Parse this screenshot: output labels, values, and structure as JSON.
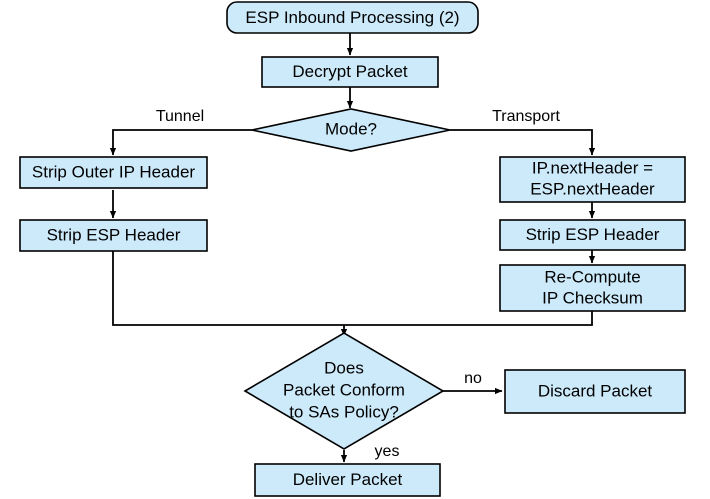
{
  "diagram": {
    "title": "ESP Inbound Processing (2)",
    "colors": {
      "node_fill": "#cdeafa",
      "node_stroke": "#000000",
      "connector": "#000000",
      "background": "#ffffff",
      "text": "#000000"
    },
    "nodes": {
      "title_terminator": {
        "label": "ESP Inbound Processing (2)",
        "shape": "rounded-rectangle"
      },
      "decrypt_packet": {
        "label": "Decrypt Packet",
        "shape": "rectangle"
      },
      "mode_decision": {
        "label": "Mode?",
        "shape": "diamond"
      },
      "strip_outer_ip_header": {
        "label": "Strip Outer IP Header",
        "shape": "rectangle"
      },
      "strip_esp_header_tunnel": {
        "label": "Strip ESP Header",
        "shape": "rectangle"
      },
      "ip_next_header": {
        "line1": "IP.nextHeader =",
        "line2": "ESP.nextHeader",
        "shape": "rectangle"
      },
      "strip_esp_header_transport": {
        "label": "Strip ESP Header",
        "shape": "rectangle"
      },
      "recompute_checksum": {
        "line1": "Re-Compute",
        "line2": "IP Checksum",
        "shape": "rectangle"
      },
      "policy_decision": {
        "line1": "Does",
        "line2": "Packet Conform",
        "line3": "to SAs Policy?",
        "shape": "diamond"
      },
      "discard_packet": {
        "label": "Discard Packet",
        "shape": "rectangle"
      },
      "deliver_packet": {
        "label": "Deliver Packet",
        "shape": "rectangle"
      }
    },
    "edge_labels": {
      "tunnel": "Tunnel",
      "transport": "Transport",
      "no": "no",
      "yes": "yes"
    }
  }
}
